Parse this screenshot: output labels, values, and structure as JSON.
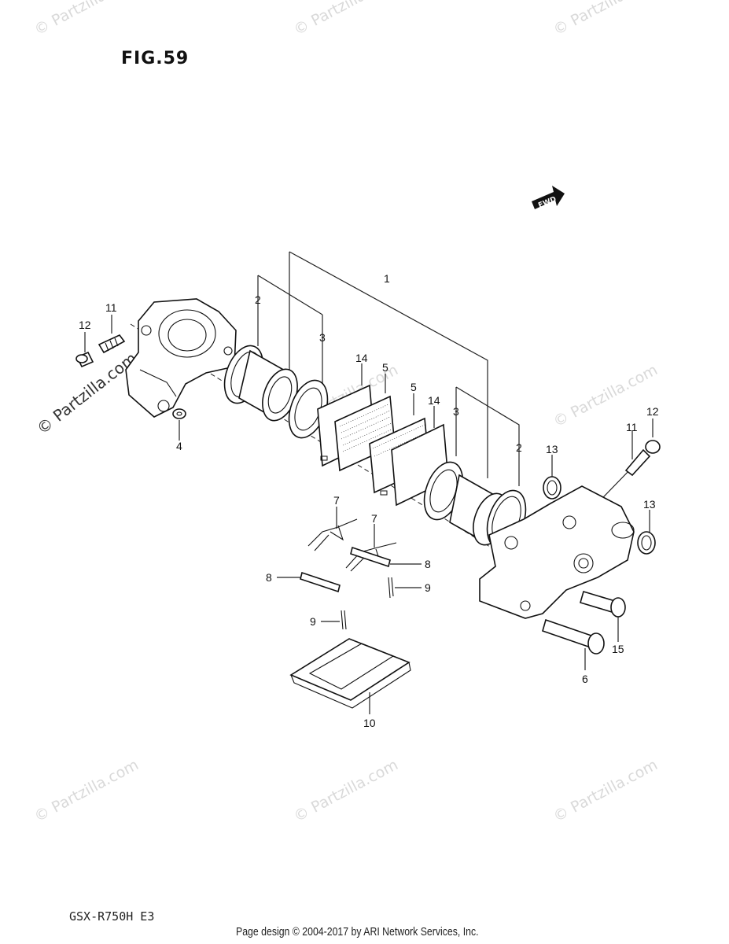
{
  "figure": {
    "title": "FIG.59",
    "fwd_label": "FWD"
  },
  "footer": {
    "model": "GSX-R750H  E3",
    "copyright": "Page design © 2004-2017 by ARI Network Services, Inc."
  },
  "watermark": {
    "text": "© Partzilla.com"
  },
  "callouts": [
    "1",
    "2",
    "3",
    "14",
    "5",
    "5",
    "14",
    "3",
    "2",
    "12",
    "11",
    "4",
    "13",
    "11",
    "12",
    "13",
    "7",
    "7",
    "8",
    "8",
    "9",
    "9",
    "10",
    "15",
    "6"
  ]
}
